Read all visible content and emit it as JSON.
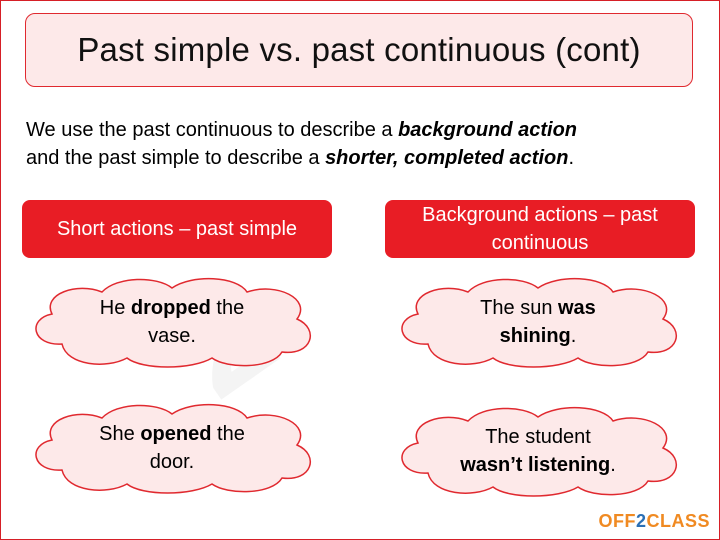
{
  "title": "Past simple vs. past continuous (cont)",
  "intro": {
    "line1_prefix": "We use the past continuous to describe a ",
    "line1_emph": "background action",
    "line2_prefix": "and the past simple to describe a ",
    "line2_emph": "shorter, completed action",
    "line2_suffix": "."
  },
  "left_header": "Short actions – past simple",
  "right_header_line1": "Background actions – past",
  "right_header_line2": "continuous",
  "examples": {
    "e1": {
      "pre": "He ",
      "bold": "dropped",
      "post": " the",
      "line2": "vase."
    },
    "e2": {
      "pre": "The sun ",
      "bold": "was",
      "bold2": "shining",
      "post": "."
    },
    "e3": {
      "pre": "She ",
      "bold": "opened",
      "post": " the",
      "line2": "door."
    },
    "e4": {
      "line1": "The student",
      "bold": "wasn’t listening",
      "post": "."
    }
  },
  "watermark": "2",
  "logo": {
    "part1": "OFF",
    "part2": "2",
    "part3": "CLASS"
  },
  "colors": {
    "accent": "#e81d25",
    "title_bg": "#fde9e9",
    "cloud_fill": "#fde9e9"
  }
}
